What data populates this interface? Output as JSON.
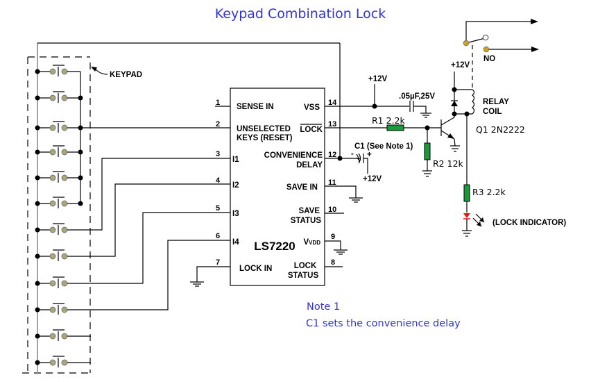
{
  "title": "Keypad Combination Lock",
  "keypad": {
    "label": "KEYPAD",
    "button_count": 12
  },
  "ic": {
    "part_number": "LS7220",
    "pins": [
      {
        "num": "1",
        "label": "SENSE IN"
      },
      {
        "num": "2",
        "label_line1": "UNSELECTED",
        "label_line2": "KEYS (RESET)"
      },
      {
        "num": "3",
        "label": "I1"
      },
      {
        "num": "4",
        "label": "I2"
      },
      {
        "num": "5",
        "label": "I3"
      },
      {
        "num": "6",
        "label": "I4"
      },
      {
        "num": "7",
        "label": "LOCK IN"
      },
      {
        "num": "8",
        "label_line1": "LOCK",
        "label_line2": "STATUS"
      },
      {
        "num": "9",
        "label": "VDD"
      },
      {
        "num": "10",
        "label_line1": "SAVE",
        "label_line2": "STATUS"
      },
      {
        "num": "11",
        "label": "SAVE  IN"
      },
      {
        "num": "12",
        "label_line1": "CONVENIENCE",
        "label_line2": "DELAY"
      },
      {
        "num": "13",
        "label": "LOCK"
      },
      {
        "num": "14",
        "label": "VSS"
      }
    ]
  },
  "components": {
    "supply_top": "+12V",
    "supply_c1": "+12V",
    "supply_relay": "+12V",
    "cap_bypass": ".05µF,25V",
    "c1": "C1 (See Note 1)",
    "c1_minus": "-",
    "c1_plus": "+",
    "r1": "R1 2.2k",
    "r2": "R2 12k",
    "r3": "R3 2.2k",
    "q1": "Q1 2N2222",
    "relay_line1": "RELAY",
    "relay_line2": "COIL",
    "relay_contact": "NO",
    "led": "(LOCK INDICATOR)"
  },
  "note": {
    "heading": "Note 1",
    "text": "C1 sets the convenience delay"
  },
  "colors": {
    "title": "#3333dd",
    "resistor": "#1a9a3a",
    "button": "#a9a77a",
    "relay_contact": "#d4a017",
    "led": "#ee1111"
  }
}
